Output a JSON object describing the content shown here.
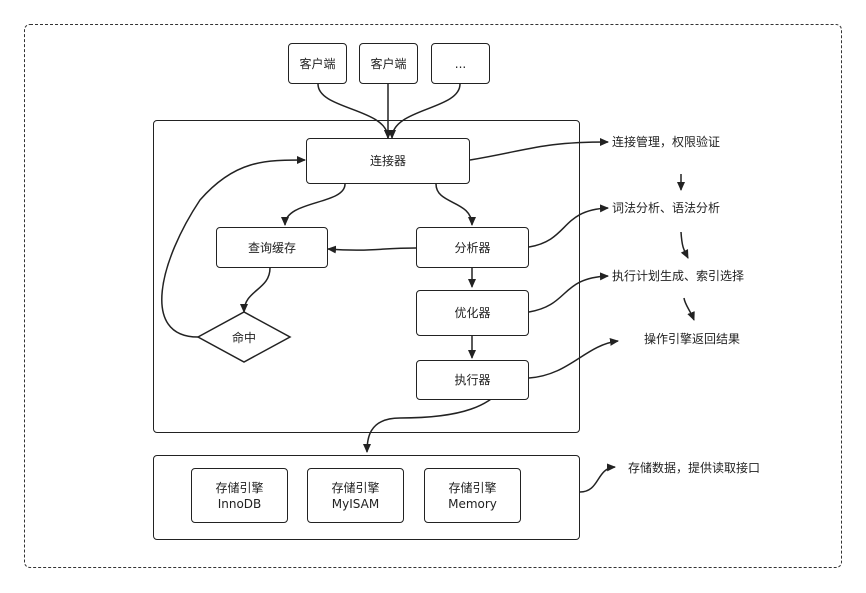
{
  "clients": [
    "客户端",
    "客户端",
    "..."
  ],
  "server": {
    "connector": "连接器",
    "query_cache": "查询缓存",
    "cache_hit": "命中",
    "analyzer": "分析器",
    "optimizer": "优化器",
    "executor": "执行器"
  },
  "engines": [
    {
      "title": "存储引擎",
      "name": "InnoDB"
    },
    {
      "title": "存储引擎",
      "name": "MyISAM"
    },
    {
      "title": "存储引擎",
      "name": "Memory"
    }
  ],
  "notes": {
    "connector": "连接管理，权限验证",
    "analyzer": "词法分析、语法分析",
    "optimizer": "执行计划生成、索引选择",
    "executor": "操作引擎返回结果",
    "storage": "存储数据，提供读取接口"
  }
}
